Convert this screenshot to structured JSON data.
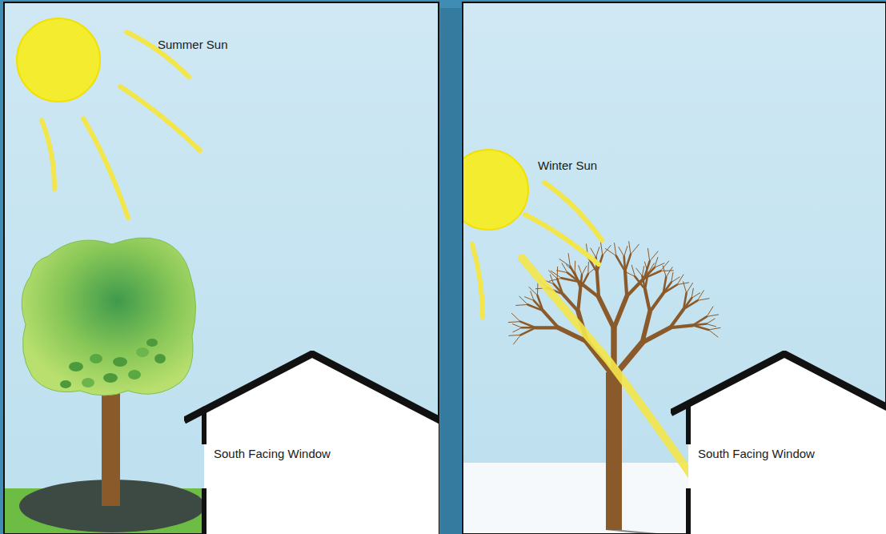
{
  "diagram": {
    "nodes": [
      {
        "text": [
          "South Facing Window"
        ]
      },
      {
        "text": [
          "South Facing Window"
        ]
      }
    ],
    "labels": [
      "Summer Sun",
      "Winter Sun"
    ]
  }
}
